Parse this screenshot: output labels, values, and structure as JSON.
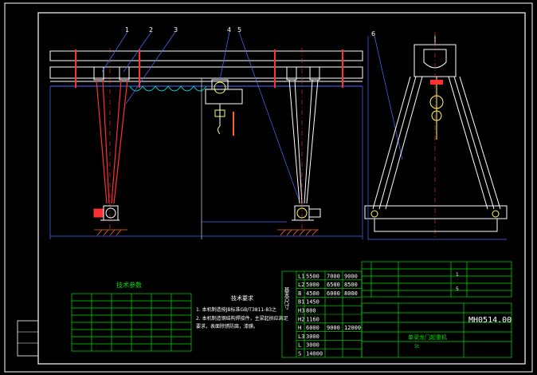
{
  "colors": {
    "background": "#000000",
    "frame": "#ffffff",
    "structure": "#ffffff",
    "rail": "#ff3030",
    "dimension": "#4a6cff",
    "table": "#00e000",
    "text": "#ffffff",
    "hatch": "#ff6020",
    "hook": "#ffff60"
  },
  "callouts": [
    "1",
    "2",
    "3",
    "4",
    "5",
    "6"
  ],
  "specs_title": "技术参数",
  "notes": {
    "title": "技术要求",
    "items": [
      "1. 本机制造按JB标准GB/T3811-83之",
      "2. 本机制造钢结构焊接件，主梁起拱应满足",
      "   要求，表面除锈防腐，漆膜。"
    ]
  },
  "dimension_table": {
    "rows": [
      {
        "code": "L1",
        "v1": "5500",
        "v2": "7000",
        "v3": "9000"
      },
      {
        "code": "L2",
        "v1": "5000",
        "v2": "6500",
        "v3": "8500"
      },
      {
        "code": "B",
        "v1": "4500",
        "v2": "6000",
        "v3": "8000"
      },
      {
        "code": "B1",
        "v1": "1450",
        "v2": "",
        "v3": ""
      },
      {
        "code": "H3",
        "v1": "800",
        "v2": "",
        "v3": ""
      },
      {
        "code": "H2",
        "v1": "1160",
        "v2": "",
        "v3": ""
      },
      {
        "code": "H",
        "v1": "6000",
        "v2": "9000",
        "v3": "12000"
      },
      {
        "code": "L3",
        "v1": "3000",
        "v2": "",
        "v3": ""
      },
      {
        "code": "L",
        "v1": "3000",
        "v2": "",
        "v3": ""
      },
      {
        "code": "S",
        "v1": "14000",
        "v2": "",
        "v3": ""
      }
    ],
    "side_label": "基本尺寸"
  },
  "drawing_no": "MH0514.00",
  "title_block": {
    "name": "单梁龙门起重机",
    "sub": "5t",
    "scale_a": "1",
    "scale_b": "5"
  }
}
